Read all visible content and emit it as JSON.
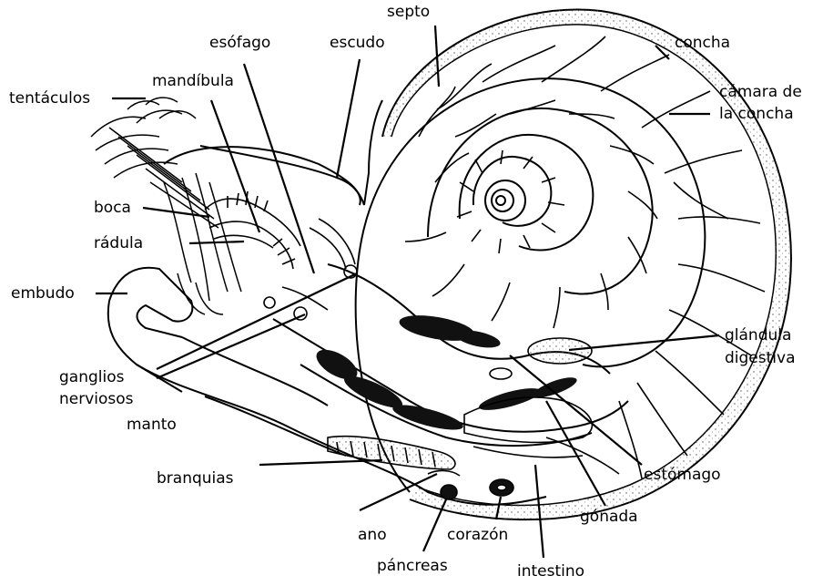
{
  "labels": {
    "septo": "septo",
    "esofago": "esófago",
    "escudo": "escudo",
    "concha": "concha",
    "camara_1": "cámara de",
    "camara_2": "la concha",
    "tentaculos": "tentáculos",
    "mandibula": "mandíbula",
    "boca": "boca",
    "radula": "rádula",
    "embudo": "embudo",
    "glandula_1": "glándula",
    "glandula_2": "digestiva",
    "ganglios_1": "ganglios",
    "ganglios_2": "nerviosos",
    "manto": "manto",
    "branquias": "branquias",
    "estomago": "estómago",
    "gonada": "gónada",
    "ano": "ano",
    "corazon": "corazón",
    "pancreas": "páncreas",
    "intestino": "intestino"
  },
  "colors": {
    "ink": "#000000",
    "paper": "#ffffff",
    "stipple": "#555555"
  }
}
